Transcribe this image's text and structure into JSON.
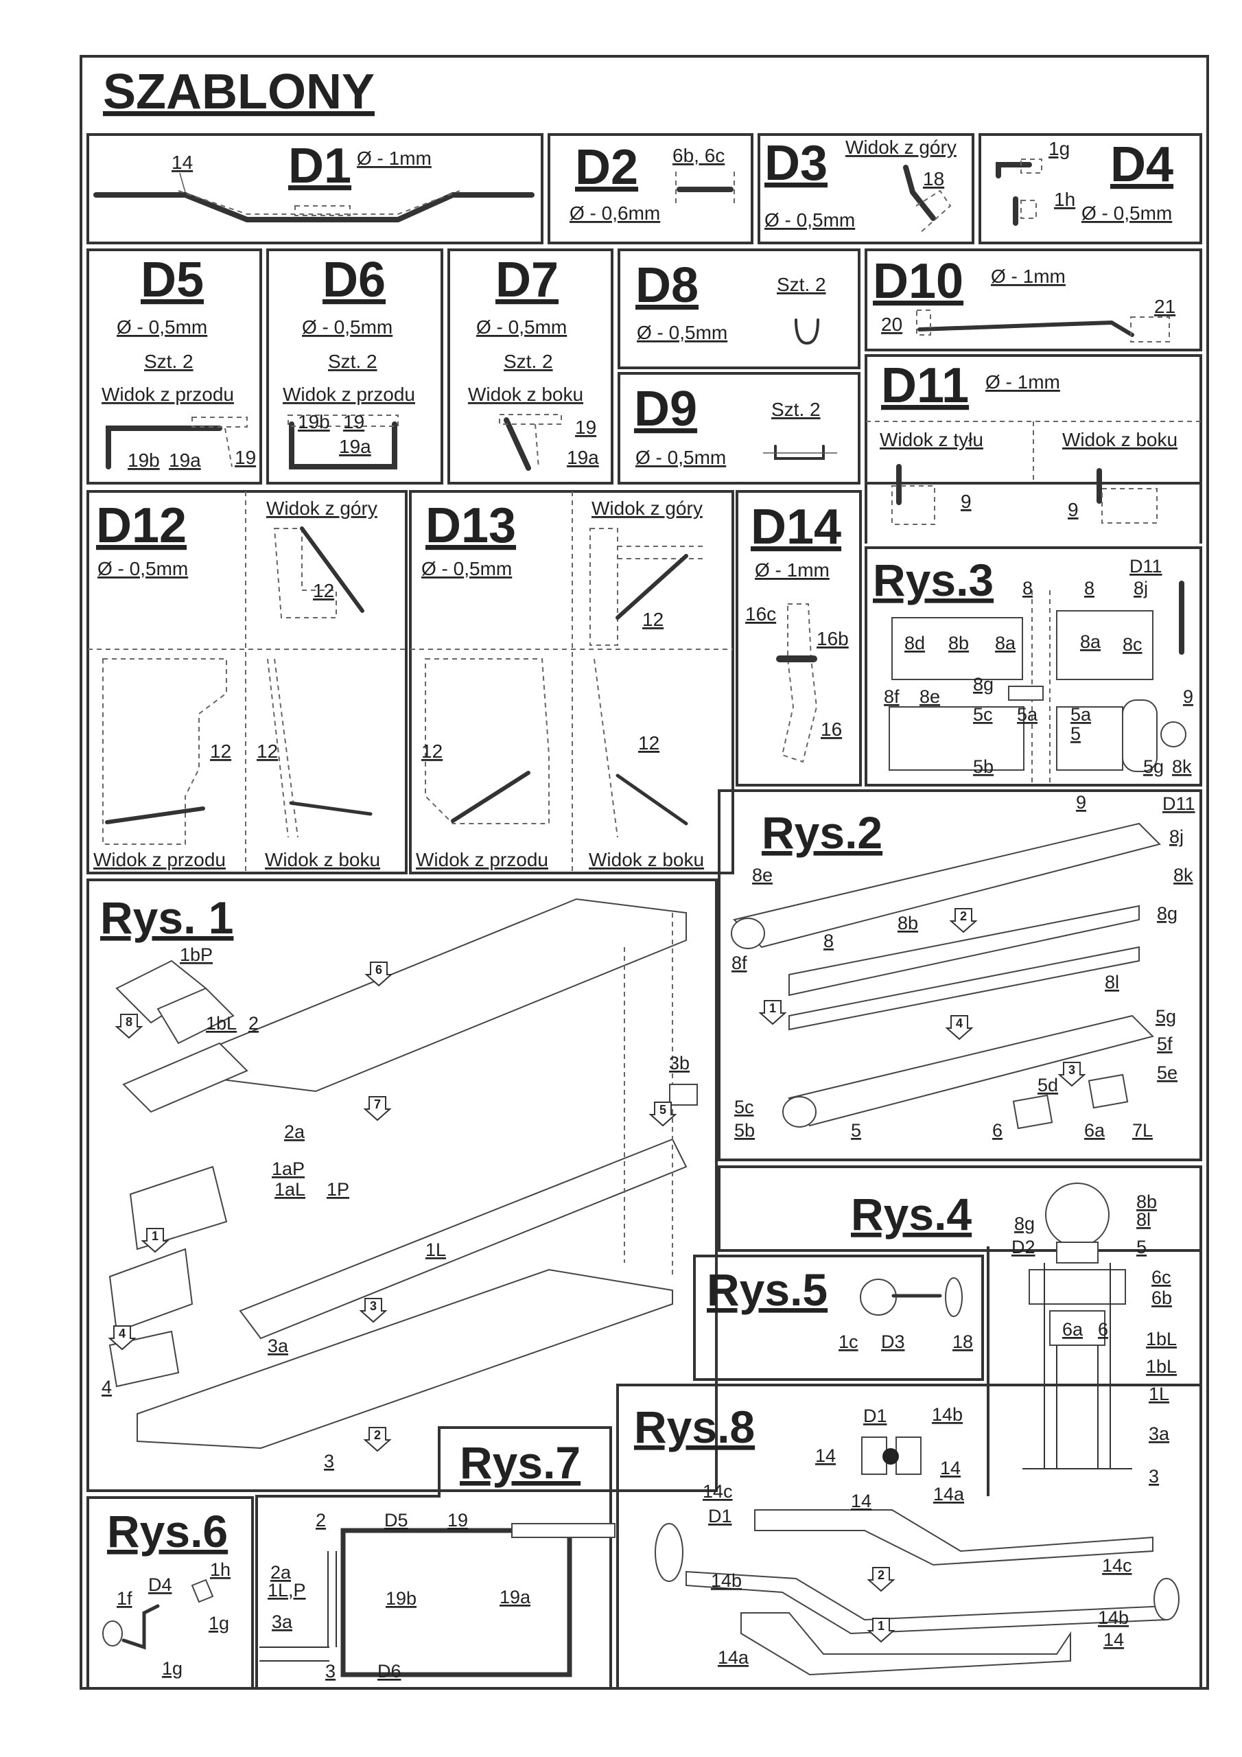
{
  "title": "SZABLONY",
  "templates": {
    "d1": {
      "name": "D1",
      "dia": "Ø - 1mm",
      "l1": "14"
    },
    "d2": {
      "name": "D2",
      "dia": "Ø - 0,6mm",
      "l1": "6b, 6c"
    },
    "d3": {
      "name": "D3",
      "dia": "Ø - 0,5mm",
      "view": "Widok z góry",
      "l1": "18"
    },
    "d4": {
      "name": "D4",
      "dia": "Ø - 0,5mm",
      "l1": "1g",
      "l2": "1h"
    },
    "d5": {
      "name": "D5",
      "dia": "Ø - 0,5mm",
      "qty": "Szt. 2",
      "view": "Widok z przodu",
      "l1": "19b",
      "l2": "19a",
      "l3": "19"
    },
    "d6": {
      "name": "D6",
      "dia": "Ø - 0,5mm",
      "qty": "Szt. 2",
      "view": "Widok z przodu",
      "l1": "19b",
      "l2": "19",
      "l3": "19a"
    },
    "d7": {
      "name": "D7",
      "dia": "Ø - 0,5mm",
      "qty": "Szt. 2",
      "view": "Widok z boku",
      "l1": "19",
      "l2": "19a"
    },
    "d8": {
      "name": "D8",
      "dia": "Ø - 0,5mm",
      "qty": "Szt. 2"
    },
    "d9": {
      "name": "D9",
      "dia": "Ø - 0,5mm",
      "qty": "Szt. 2"
    },
    "d10": {
      "name": "D10",
      "dia": "Ø - 1mm",
      "l1": "20",
      "l2": "21"
    },
    "d11": {
      "name": "D11",
      "dia": "Ø - 1mm",
      "back": "Widok z tyłu",
      "side": "Widok z boku",
      "l1": "9",
      "l2": "9"
    },
    "d12": {
      "name": "D12",
      "dia": "Ø - 0,5mm",
      "top": "Widok z góry",
      "front": "Widok z przodu",
      "side": "Widok z boku",
      "l1": "12",
      "l2": "12",
      "l3": "12"
    },
    "d13": {
      "name": "D13",
      "dia": "Ø - 0,5mm",
      "top": "Widok z góry",
      "front": "Widok z przodu",
      "side": "Widok z boku",
      "l1": "12",
      "l2": "12",
      "l3": "12"
    },
    "d14": {
      "name": "D14",
      "dia": "Ø - 1mm",
      "l1": "16c",
      "l2": "16b",
      "l3": "16"
    }
  },
  "figures": {
    "rys1": {
      "title": "Rys. 1",
      "labels": [
        "1bP",
        "1bL",
        "2",
        "2a",
        "3b",
        "1aP",
        "1aL",
        "1P",
        "1L",
        "3a",
        "4",
        "3"
      ],
      "steps": [
        "6",
        "8",
        "7",
        "5",
        "1",
        "4",
        "3",
        "2"
      ]
    },
    "rys2": {
      "title": "Rys.2",
      "labels": [
        "9",
        "D11",
        "8j",
        "8k",
        "8e",
        "8b",
        "8g",
        "8",
        "8f",
        "8l",
        "5g",
        "5f",
        "5e",
        "5d",
        "5c",
        "5b",
        "5",
        "6",
        "6a",
        "7L"
      ],
      "steps": [
        "2",
        "1",
        "4",
        "3"
      ]
    },
    "rys3": {
      "title": "Rys.3",
      "labels": [
        "8",
        "8",
        "D11",
        "8j",
        "8d",
        "8b",
        "8a",
        "8a",
        "8c",
        "8f",
        "8e",
        "8g",
        "9",
        "5c",
        "5a",
        "5a",
        "5",
        "5b",
        "5g",
        "8k"
      ]
    },
    "rys4": {
      "title": "Rys.4",
      "labels": [
        "8b",
        "8l",
        "8g",
        "D2",
        "5",
        "6c",
        "6b",
        "6a",
        "6",
        "1bL",
        "1bL",
        "1L",
        "3a",
        "3"
      ]
    },
    "rys5": {
      "title": "Rys.5",
      "labels": [
        "1c",
        "D3",
        "18"
      ]
    },
    "rys6": {
      "title": "Rys.6",
      "labels": [
        "1h",
        "1f",
        "D4",
        "1g",
        "1g"
      ]
    },
    "rys7": {
      "title": "Rys.7",
      "labels": [
        "2",
        "D5",
        "19",
        "2a",
        "1L,P",
        "19b",
        "19a",
        "3a",
        "3",
        "D6"
      ]
    },
    "rys8": {
      "title": "Rys.8",
      "labels": [
        "D1",
        "14b",
        "14",
        "14",
        "14a",
        "14c",
        "14",
        "D1",
        "14c",
        "14b",
        "14b",
        "14a",
        "14"
      ],
      "steps": [
        "2",
        "1"
      ]
    }
  }
}
